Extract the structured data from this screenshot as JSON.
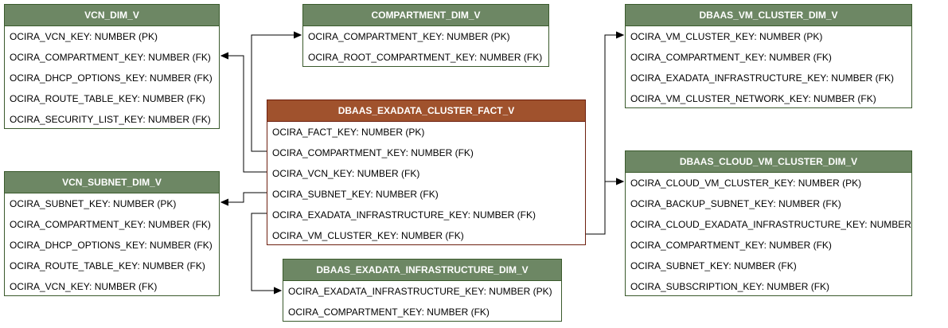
{
  "entities": {
    "vcn_dim": {
      "title": "VCN_DIM_V",
      "rows": [
        "OCIRA_VCN_KEY: NUMBER (PK)",
        "OCIRA_COMPARTMENT_KEY: NUMBER (FK)",
        "OCIRA_DHCP_OPTIONS_KEY: NUMBER (FK)",
        "OCIRA_ROUTE_TABLE_KEY: NUMBER (FK)",
        "OCIRA_SECURITY_LIST_KEY: NUMBER (FK)"
      ]
    },
    "vcn_subnet_dim": {
      "title": "VCN_SUBNET_DIM_V",
      "rows": [
        "OCIRA_SUBNET_KEY: NUMBER (PK)",
        "OCIRA_COMPARTMENT_KEY: NUMBER (FK)",
        "OCIRA_DHCP_OPTIONS_KEY: NUMBER (FK)",
        "OCIRA_ROUTE_TABLE_KEY: NUMBER (FK)",
        "OCIRA_VCN_KEY: NUMBER (FK)"
      ]
    },
    "compartment_dim": {
      "title": "COMPARTMENT_DIM_V",
      "rows": [
        "OCIRA_COMPARTMENT_KEY: NUMBER (PK)",
        "OCIRA_ROOT_COMPARTMENT_KEY: NUMBER (FK)"
      ]
    },
    "exadata_cluster_fact": {
      "title": "DBAAS_EXADATA_CLUSTER_FACT_V",
      "rows": [
        "OCIRA_FACT_KEY: NUMBER (PK)",
        "OCIRA_COMPARTMENT_KEY: NUMBER (FK)",
        "OCIRA_VCN_KEY: NUMBER (FK)",
        "OCIRA_SUBNET_KEY: NUMBER (FK)",
        "OCIRA_EXADATA_INFRASTRUCTURE_KEY: NUMBER (FK)",
        "OCIRA_VM_CLUSTER_KEY: NUMBER (FK)"
      ]
    },
    "exadata_infrastructure_dim": {
      "title": "DBAAS_EXADATA_INFRASTRUCTURE_DIM_V",
      "rows": [
        "OCIRA_EXADATA_INFRASTRUCTURE_KEY: NUMBER (PK)",
        "OCIRA_COMPARTMENT_KEY: NUMBER (FK)"
      ]
    },
    "vm_cluster_dim": {
      "title": "DBAAS_VM_CLUSTER_DIM_V",
      "rows": [
        "OCIRA_VM_CLUSTER_KEY: NUMBER (PK)",
        "OCIRA_COMPARTMENT_KEY: NUMBER (FK)",
        "OCIRA_EXADATA_INFRASTRUCTURE_KEY: NUMBER (FK)",
        "OCIRA_VM_CLUSTER_NETWORK_KEY: NUMBER (FK)"
      ]
    },
    "cloud_vm_cluster_dim": {
      "title": "DBAAS_CLOUD_VM_CLUSTER_DIM_V",
      "rows": [
        "OCIRA_CLOUD_VM_CLUSTER_KEY: NUMBER (PK)",
        "OCIRA_BACKUP_SUBNET_KEY: NUMBER (FK)",
        "OCIRA_CLOUD_EXADATA_INFRASTRUCTURE_KEY: NUMBER",
        "OCIRA_COMPARTMENT_KEY: NUMBER (FK)",
        "OCIRA_SUBNET_KEY: NUMBER (FK)",
        "OCIRA_SUBSCRIPTION_KEY: NUMBER (FK)"
      ]
    }
  },
  "colors": {
    "dimension_header": "#6d8764",
    "fact_header": "#a0522d",
    "line": "#000000"
  }
}
